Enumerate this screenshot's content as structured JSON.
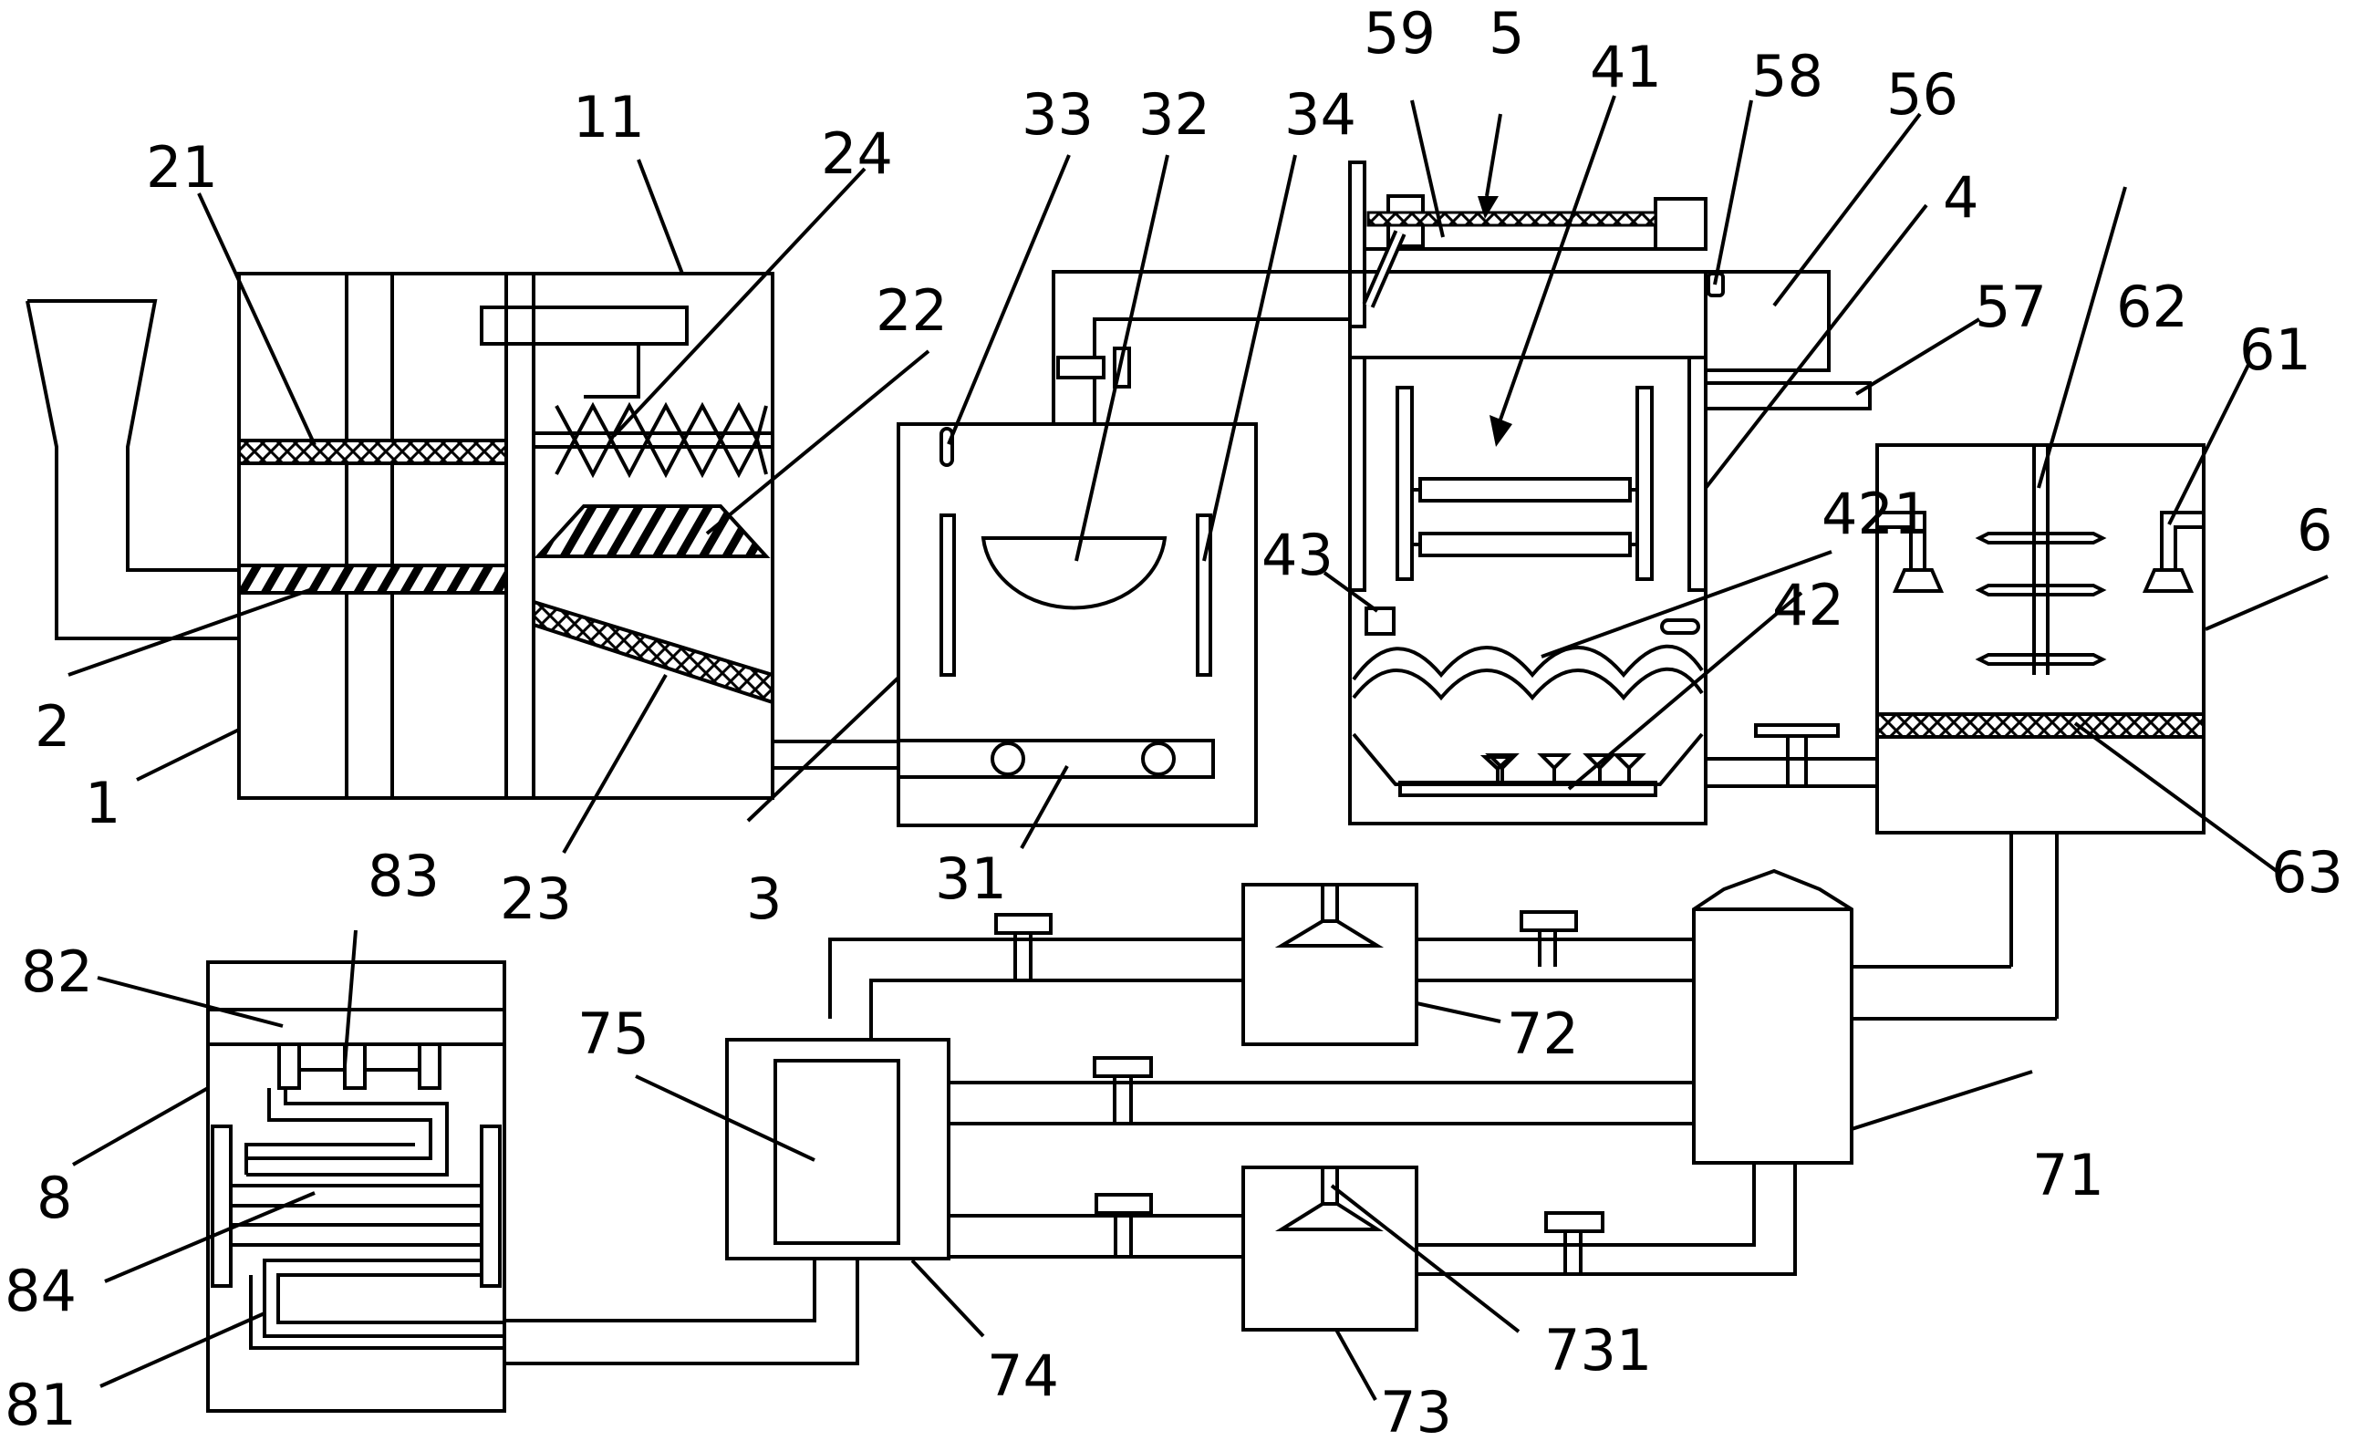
{
  "labels": {
    "n1": "1",
    "n2": "2",
    "n3": "3",
    "n4": "4",
    "n5": "5",
    "n6": "6",
    "n8": "8",
    "n11": "11",
    "n21": "21",
    "n22": "22",
    "n23": "23",
    "n24": "24",
    "n31": "31",
    "n32": "32",
    "n33": "33",
    "n34": "34",
    "n41": "41",
    "n42": "42",
    "n43": "43",
    "n421": "421",
    "n56": "56",
    "n57": "57",
    "n58": "58",
    "n59": "59",
    "n61": "61",
    "n62": "62",
    "n63": "63",
    "n71": "71",
    "n72": "72",
    "n73": "73",
    "n731": "731",
    "n74": "74",
    "n75": "75",
    "n81": "81",
    "n82": "82",
    "n83": "83",
    "n84": "84"
  },
  "colors": {
    "stroke": "#000000",
    "background": "#ffffff"
  }
}
